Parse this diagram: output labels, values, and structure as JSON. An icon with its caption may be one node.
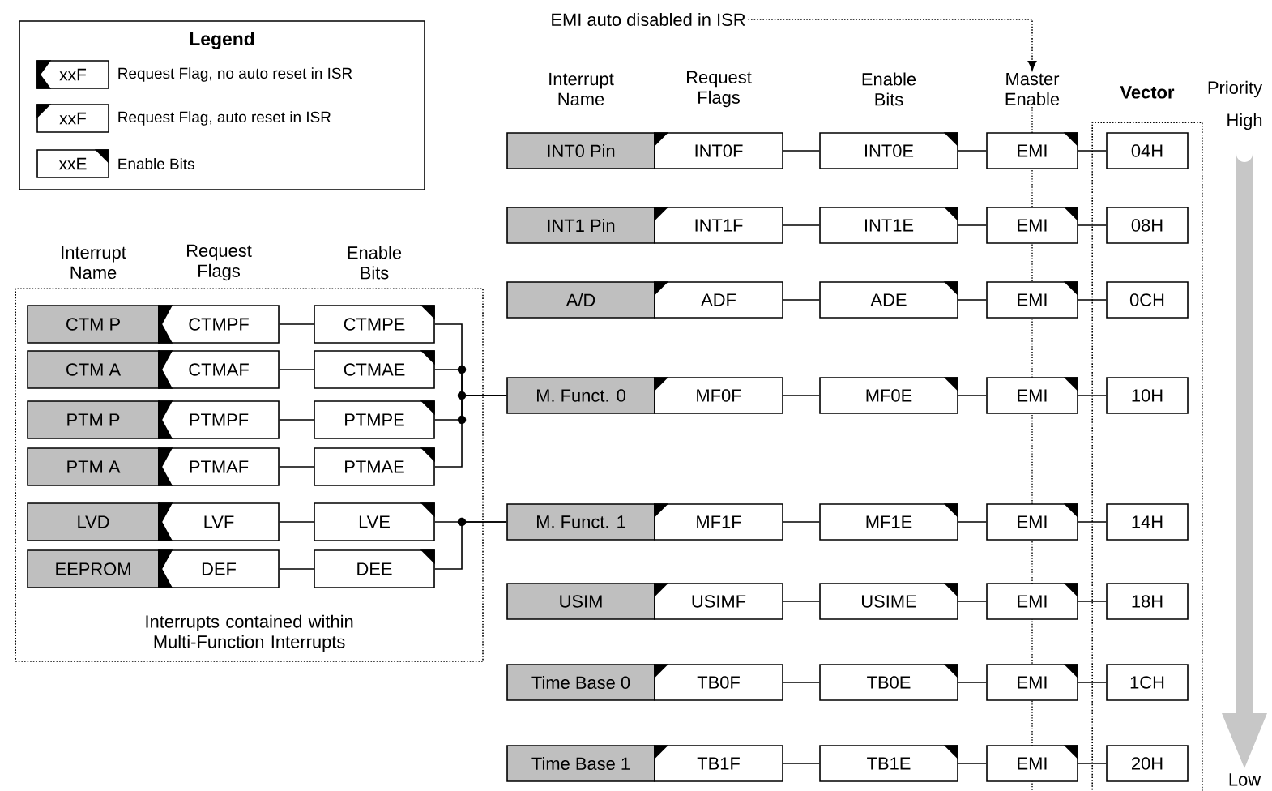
{
  "diagram": {
    "nodes": [
      {
        "text": [
          "EMI auto disabled in ISR"
        ]
      },
      {
        "text": [
          "Vector"
        ]
      },
      {
        "text": [
          "INT0 Pin"
        ]
      },
      {
        "text": [
          "INT0F"
        ]
      },
      {
        "text": [
          "INT0E"
        ]
      },
      {
        "text": [
          "EMI"
        ]
      },
      {
        "text": [
          "04H"
        ],
        "in": 1
      },
      {
        "text": [
          "INT1 Pin"
        ]
      },
      {
        "text": [
          "INT1F"
        ]
      },
      {
        "text": [
          "INT1E"
        ]
      },
      {
        "text": [
          "EMI"
        ]
      },
      {
        "text": [
          "08H"
        ],
        "in": 1
      },
      {
        "text": [
          "A/D"
        ]
      },
      {
        "text": [
          "ADF"
        ]
      },
      {
        "text": [
          "ADE"
        ]
      },
      {
        "text": [
          "EMI"
        ]
      },
      {
        "text": [
          "0CH"
        ],
        "in": 1
      },
      {
        "text": [
          "M. Funct. 0"
        ]
      },
      {
        "text": [
          "MF0F"
        ]
      },
      {
        "text": [
          "MF0E"
        ]
      },
      {
        "text": [
          "EMI"
        ]
      },
      {
        "text": [
          "10H"
        ],
        "in": 1
      },
      {
        "text": [
          "M. Funct. 1"
        ]
      },
      {
        "text": [
          "MF1F"
        ]
      },
      {
        "text": [
          "MF1E"
        ]
      },
      {
        "text": [
          "EMI"
        ]
      },
      {
        "text": [
          "14H"
        ],
        "in": 1
      },
      {
        "text": [
          "USIM"
        ]
      },
      {
        "text": [
          "USIMF"
        ]
      },
      {
        "text": [
          "USIME"
        ]
      },
      {
        "text": [
          "EMI"
        ]
      },
      {
        "text": [
          "18H"
        ],
        "in": 1
      },
      {
        "text": [
          "Time Base 0"
        ]
      },
      {
        "text": [
          "TB0F"
        ]
      },
      {
        "text": [
          "TB0E"
        ]
      },
      {
        "text": [
          "EMI"
        ]
      },
      {
        "text": [
          "1CH"
        ],
        "in": 1
      },
      {
        "text": [
          "Time Base 1"
        ]
      },
      {
        "text": [
          "TB1F"
        ]
      },
      {
        "text": [
          "TB1E"
        ]
      },
      {
        "text": [
          "EMI"
        ]
      },
      {
        "text": [
          "20H"
        ],
        "in": 1
      },
      {
        "text": [
          "Interrupts contained within Multi-Function Interrupts"
        ]
      },
      {
        "text": [
          "CTM P"
        ],
        "in": 42
      },
      {
        "text": [
          "CTMPF"
        ],
        "in": 42
      },
      {
        "text": [
          "CTMPE"
        ],
        "in": 42
      },
      {
        "text": [
          "CTM A"
        ],
        "in": 42
      },
      {
        "text": [
          "CTMAF"
        ],
        "in": 42
      },
      {
        "text": [
          "CTMAE"
        ],
        "in": 42
      },
      {
        "text": [
          "PTM P"
        ],
        "in": 42
      },
      {
        "text": [
          "PTMPF"
        ],
        "in": 42
      },
      {
        "text": [
          "PTMPE"
        ],
        "in": 42
      },
      {
        "text": [
          "PTM A"
        ],
        "in": 42
      },
      {
        "text": [
          "PTMAF"
        ],
        "in": 42
      },
      {
        "text": [
          "PTMAE"
        ],
        "in": 42
      },
      {
        "text": [
          "LVD"
        ],
        "in": 42
      },
      {
        "text": [
          "LVF"
        ],
        "in": 42
      },
      {
        "text": [
          "LVE"
        ],
        "in": 42
      },
      {
        "text": [
          "EEPROM"
        ],
        "in": 42
      },
      {
        "text": [
          "DEF"
        ],
        "in": 42
      },
      {
        "text": [
          "DEE"
        ],
        "in": 42
      },
      {
        "text": [
          "Master Enable"
        ]
      }
    ],
    "edges": [
      {
        "from": 0,
        "to": 61,
        "arrow": "to",
        "style": "dashed"
      },
      {
        "from": 3,
        "to": 4,
        "arrow": "none"
      },
      {
        "from": 4,
        "to": 5,
        "arrow": "none"
      },
      {
        "from": 5,
        "to": 6,
        "arrow": "none"
      },
      {
        "from": 8,
        "to": 9,
        "arrow": "none"
      },
      {
        "from": 9,
        "to": 10,
        "arrow": "none"
      },
      {
        "from": 10,
        "to": 11,
        "arrow": "none"
      },
      {
        "from": 13,
        "to": 14,
        "arrow": "none"
      },
      {
        "from": 14,
        "to": 15,
        "arrow": "none"
      },
      {
        "from": 15,
        "to": 16,
        "arrow": "none"
      },
      {
        "from": 18,
        "to": 19,
        "arrow": "none"
      },
      {
        "from": 19,
        "to": 20,
        "arrow": "none"
      },
      {
        "from": 20,
        "to": 21,
        "arrow": "none"
      },
      {
        "from": 23,
        "to": 24,
        "arrow": "none"
      },
      {
        "from": 24,
        "to": 25,
        "arrow": "none"
      },
      {
        "from": 25,
        "to": 26,
        "arrow": "none"
      },
      {
        "from": 28,
        "to": 29,
        "arrow": "none"
      },
      {
        "from": 29,
        "to": 30,
        "arrow": "none"
      },
      {
        "from": 30,
        "to": 31,
        "arrow": "none"
      },
      {
        "from": 33,
        "to": 34,
        "arrow": "none"
      },
      {
        "from": 34,
        "to": 35,
        "arrow": "none"
      },
      {
        "from": 35,
        "to": 36,
        "arrow": "none"
      },
      {
        "from": 38,
        "to": 39,
        "arrow": "none"
      },
      {
        "from": 39,
        "to": 40,
        "arrow": "none"
      },
      {
        "from": 40,
        "to": 41,
        "arrow": "none"
      },
      {
        "from": 44,
        "to": 45,
        "arrow": "none"
      },
      {
        "from": 47,
        "to": 48,
        "arrow": "none"
      },
      {
        "from": 50,
        "to": 51,
        "arrow": "none"
      },
      {
        "from": 53,
        "to": 54,
        "arrow": "none"
      },
      {
        "from": 56,
        "to": 57,
        "arrow": "none"
      },
      {
        "from": 59,
        "to": 60,
        "arrow": "none"
      },
      {
        "from": 45,
        "to": 17,
        "arrow": "none"
      },
      {
        "from": 48,
        "to": 17,
        "arrow": "none"
      },
      {
        "from": 51,
        "to": 17,
        "arrow": "none"
      },
      {
        "from": 54,
        "to": 17,
        "arrow": "none"
      },
      {
        "from": 57,
        "to": 22,
        "arrow": "none"
      },
      {
        "from": 60,
        "to": 22,
        "arrow": "none"
      }
    ],
    "labels": [
      "Legend",
      "xxF",
      "xxF",
      "xxE",
      "Interrupt Name",
      "Request Flags",
      "Enable Bits",
      "Priority",
      "High",
      "Interrupt Name",
      "Request Flags",
      "Enable Bits",
      "Low"
    ],
    "legend": [
      {
        "text": "Request Flag, no auto reset in ISR"
      },
      {
        "text": "Request Flag, auto reset in ISR"
      },
      {
        "text": "Enable Bits"
      }
    ]
  }
}
